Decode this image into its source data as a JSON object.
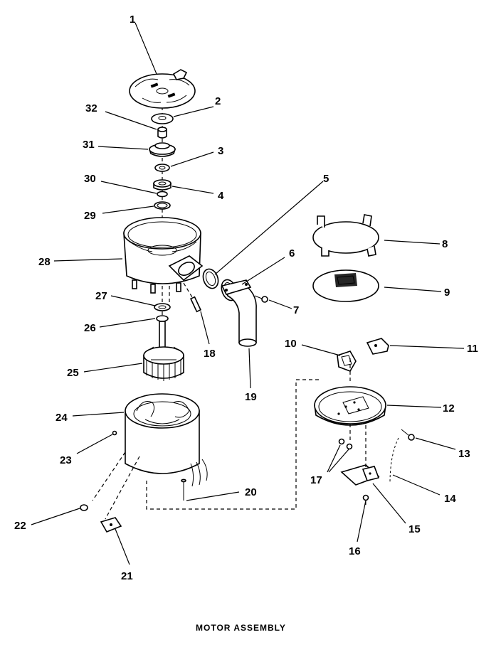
{
  "title": "MOTOR ASSEMBLY",
  "callouts": {
    "p1": "1",
    "p2": "2",
    "p3": "3",
    "p4": "4",
    "p5": "5",
    "p6": "6",
    "p7": "7",
    "p8": "8",
    "p9": "9",
    "p10": "10",
    "p11": "11",
    "p12": "12",
    "p13": "13",
    "p14": "14",
    "p15": "15",
    "p16": "16",
    "p17": "17",
    "p18": "18",
    "p19": "19",
    "p20": "20",
    "p21": "21",
    "p22": "22",
    "p23": "23",
    "p24": "24",
    "p25": "25",
    "p26": "26",
    "p27": "27",
    "p28": "28",
    "p29": "29",
    "p30": "30",
    "p31": "31",
    "p32": "32"
  }
}
